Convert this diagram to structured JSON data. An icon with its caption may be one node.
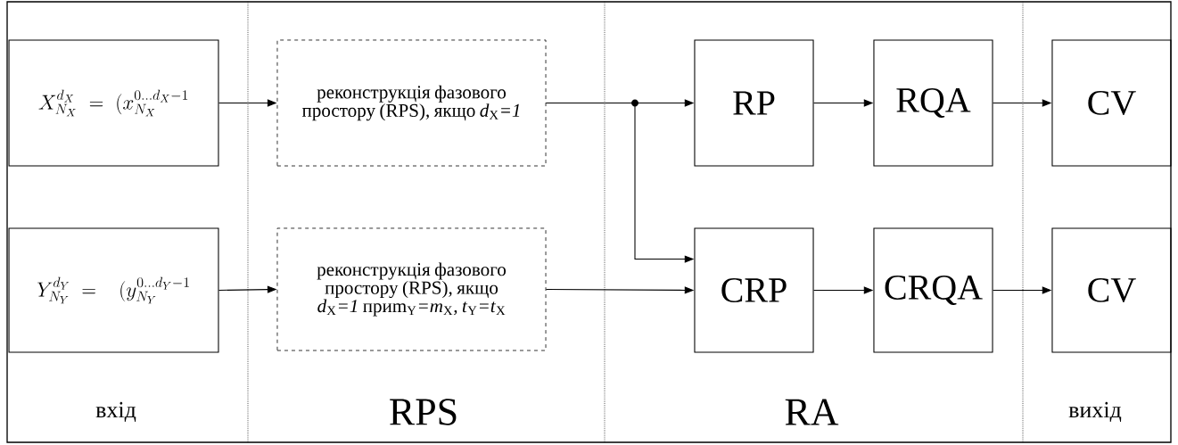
{
  "diagram": {
    "nodes": [
      {
        "text": [
          "X_{N_X}^{d_X} = (x_{N_X}^{0\\ldots d_X-1}"
        ]
      },
      {
        "text": [
          "реконструкція фазового простору (RPS), якщо *d*$_{X}$*=1*"
        ]
      },
      {
        "text": [
          "RP"
        ]
      },
      {
        "text": [
          "RQA"
        ]
      },
      {
        "text": [
          "CV"
        ]
      },
      {
        "text": [
          "Y_{N_Y}^{d_Y} = \\;(y_{N_Y}^{0\\ldots d_Y-1}"
        ]
      },
      {
        "text": [
          "реконструкція фазового простору (RPS), якщо *d*$_{X}$*=1* приm$_{Y}$*=m*$_{X}$*,* *t*$_{Y}$*=t*$_{X}$"
        ]
      },
      {
        "text": [
          "CRP"
        ]
      },
      {
        "text": [
          "CRQA"
        ]
      },
      {
        "text": [
          "CV"
        ]
      }
    ],
    "edges": [
      {
        "from": 0,
        "to": 1,
        "arrow": "to"
      },
      {
        "from": 1,
        "to": 2,
        "arrow": "to"
      },
      {
        "from": 1,
        "to": 7,
        "arrow": "to"
      },
      {
        "from": 2,
        "to": 3,
        "arrow": "to"
      },
      {
        "from": 3,
        "to": 4,
        "arrow": "to"
      },
      {
        "from": 5,
        "to": 6,
        "arrow": "to"
      },
      {
        "from": 6,
        "to": 7,
        "arrow": "to"
      },
      {
        "from": 7,
        "to": 8,
        "arrow": "to"
      },
      {
        "from": 8,
        "to": 9,
        "arrow": "to"
      }
    ],
    "labels": [
      "вхід",
      "RPS",
      "RA",
      "вихід"
    ]
  }
}
